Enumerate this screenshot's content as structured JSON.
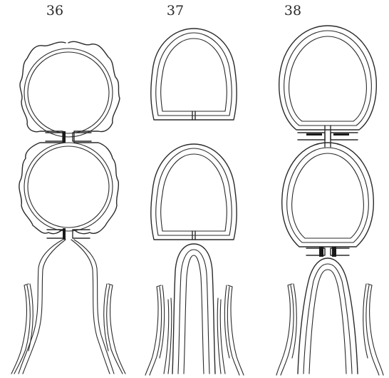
{
  "figures": [
    {
      "number": "36"
    },
    {
      "number": "37"
    },
    {
      "number": "38"
    }
  ],
  "colors": {
    "ink": "#2a2a2a",
    "paper": "#ffffff"
  }
}
